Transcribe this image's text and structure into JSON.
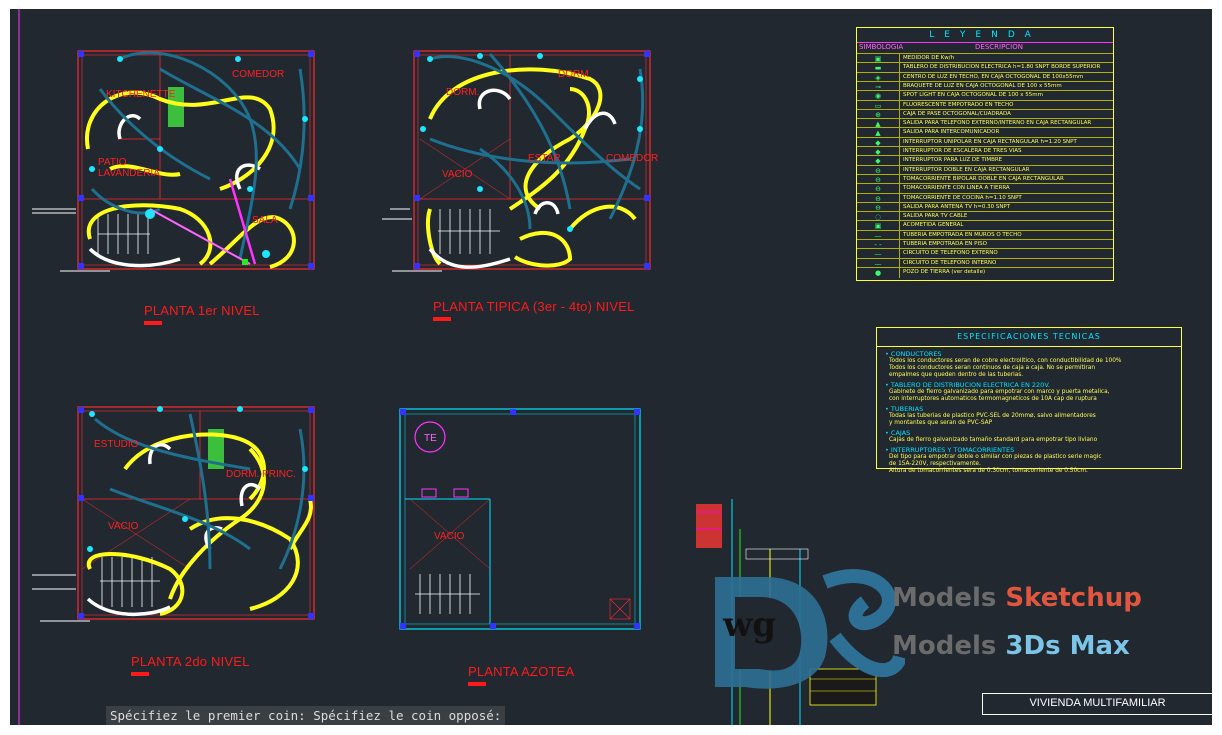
{
  "plans": {
    "first": {
      "title": "PLANTA 1er NIVEL",
      "rooms": [
        "COMEDOR",
        "KITCHENETTE",
        "PATIO LAVANDERIA",
        "SALA"
      ]
    },
    "typical": {
      "title": "PLANTA TIPICA (3er - 4to) NIVEL",
      "rooms": [
        "DORM.",
        "DORM.",
        "VACIO",
        "ESTAR",
        "COMEDOR"
      ]
    },
    "second": {
      "title": "PLANTA 2do NIVEL",
      "rooms": [
        "ESTUDIO",
        "DORM. PRINC.",
        "VACIO"
      ]
    },
    "roof": {
      "title": "PLANTA AZOTEA",
      "rooms": [
        "TE",
        "VACIO"
      ]
    }
  },
  "legend": {
    "header": "LEYENDA",
    "col_symbol": "SIMBOLOGIA",
    "col_description": "DESCRIPCION",
    "rows": [
      {
        "sym": "▣",
        "text": "MEDIDOR DE Kw/h"
      },
      {
        "sym": "▬",
        "text": "TABLERO DE DISTRIBUCION ELECTRICA h=1.80 SNPT BORDE SUPERIOR"
      },
      {
        "sym": "◈",
        "text": "CENTRO DE LUZ EN TECHO, EN CAJA OCTOGONAL DE 100x55mm"
      },
      {
        "sym": "⊸",
        "text": "BRAQUETE DE LUZ EN CAJA OCTOGONAL DE 100 x 55mm"
      },
      {
        "sym": "◉",
        "text": "SPOT LIGHT EN CAJA OCTOGONAL DE 100 x 55mm"
      },
      {
        "sym": "▭",
        "text": "FLUORESCENTE EMPOTRADO EN TECHO"
      },
      {
        "sym": "⊕",
        "text": "CAJA DE PASE OCTOGONAL/CUADRADA"
      },
      {
        "sym": "▲",
        "text": "SALIDA PARA TELEFONO EXTERNO/INTERNO EN CAJA RECTANGULAR"
      },
      {
        "sym": "▲",
        "text": "SALIDA PARA INTERCOMUNICADOR"
      },
      {
        "sym": "◆",
        "text": "INTERRUPTOR UNIPOLAR EN CAJA RECTANGULAR h=1.20 SNPT"
      },
      {
        "sym": "◆",
        "text": "INTERRUPTOR DE ESCALERA DE TRES VIAS"
      },
      {
        "sym": "◆",
        "text": "INTERRUPTOR PARA LUZ DE TIMBRE"
      },
      {
        "sym": "⊖",
        "text": "INTERRUPTOR DOBLE EN CAJA RECTANGULAR"
      },
      {
        "sym": "⊖",
        "text": "TOMACORRIENTE BIPOLAR DOBLE EN CAJA RECTANGULAR"
      },
      {
        "sym": "⊖",
        "text": "TOMACORRIENTE CON LINEA A TIERRA"
      },
      {
        "sym": "⊖",
        "text": "TOMACORRIENTE DE COCINA h=1.10 SNPT"
      },
      {
        "sym": "⊖",
        "text": "SALIDA PARA ANTENA TV h=0.30 SNPT"
      },
      {
        "sym": "◌",
        "text": "SALIDA PARA TV CABLE"
      },
      {
        "sym": "▣",
        "text": "ACOMETIDA GENERAL"
      },
      {
        "sym": "—",
        "text": "TUBERIA EMPOTRADA EN MUROS O TECHO"
      },
      {
        "sym": "- -",
        "text": "TUBERIA EMPOTRADA EN PISO"
      },
      {
        "sym": "—",
        "text": "CIRCUITO DE TELEFONO EXTERNO"
      },
      {
        "sym": "—",
        "text": "CIRCUITO DE TELEFONO INTERNO"
      },
      {
        "sym": "●",
        "text": "POZO DE TIERRA (ver detalle)"
      }
    ]
  },
  "specs": {
    "header": "ESPECIFICACIONES TECNICAS",
    "sections": [
      {
        "h": "• CONDUCTORES",
        "t": [
          "Todos los conductores seran de cobre electrolitico, con conductibilidad de 100%",
          "Todos los conductores seran continuos de caja a caja. No se permitiran",
          "empalmes que queden dentro de las tuberias."
        ]
      },
      {
        "h": "• TABLERO DE DISTRIBUCION ELECTRICA EN 220V.",
        "t": [
          "Gabinete de fierro galvanizado para empotrar con marco y puerta metalica,",
          "con interruptores automaticos termomagneticos de 10A cap de ruptura"
        ]
      },
      {
        "h": "• TUBERIAS",
        "t": [
          "Todas las tuberias de plastico PVC-SEL de 20mmø, salvo alimentadores",
          "y montantes que seran de PVC-SAP"
        ]
      },
      {
        "h": "• CAJAS",
        "t": [
          "Cajas de fierro galvanizado tamaño standard para empotrar tipo liviano"
        ]
      },
      {
        "h": "• INTERRUPTORES Y TOMACORRIENTES",
        "t": [
          "Del tipo para empotrar doble o similar con piezas de plastico serie magic",
          "de 15A-220V, respectivamente.",
          "Altura de tomacorrientes sera de 0.30cm, tomacorriente de 0.50cm."
        ]
      }
    ]
  },
  "cmdline": "Spécifiez le premier coin: Spécifiez le coin opposé:",
  "titleblock": "VIVIENDA MULTIFAMILIAR",
  "watermark": {
    "logo": "wg",
    "line1_a": "Models ",
    "line1_b": "Sketchup",
    "line2_a": "Models ",
    "line2_b": "3Ds Max"
  },
  "colors": {
    "background": "#212830",
    "wall": "#ff2a2a",
    "circuit_yellow": "#ffff1a",
    "circuit_white": "#ffffff",
    "circuit_teal": "#1f6f8f",
    "cyan": "#00e5ff",
    "magenta": "#ff33ff",
    "legend_text": "#ffff55"
  }
}
